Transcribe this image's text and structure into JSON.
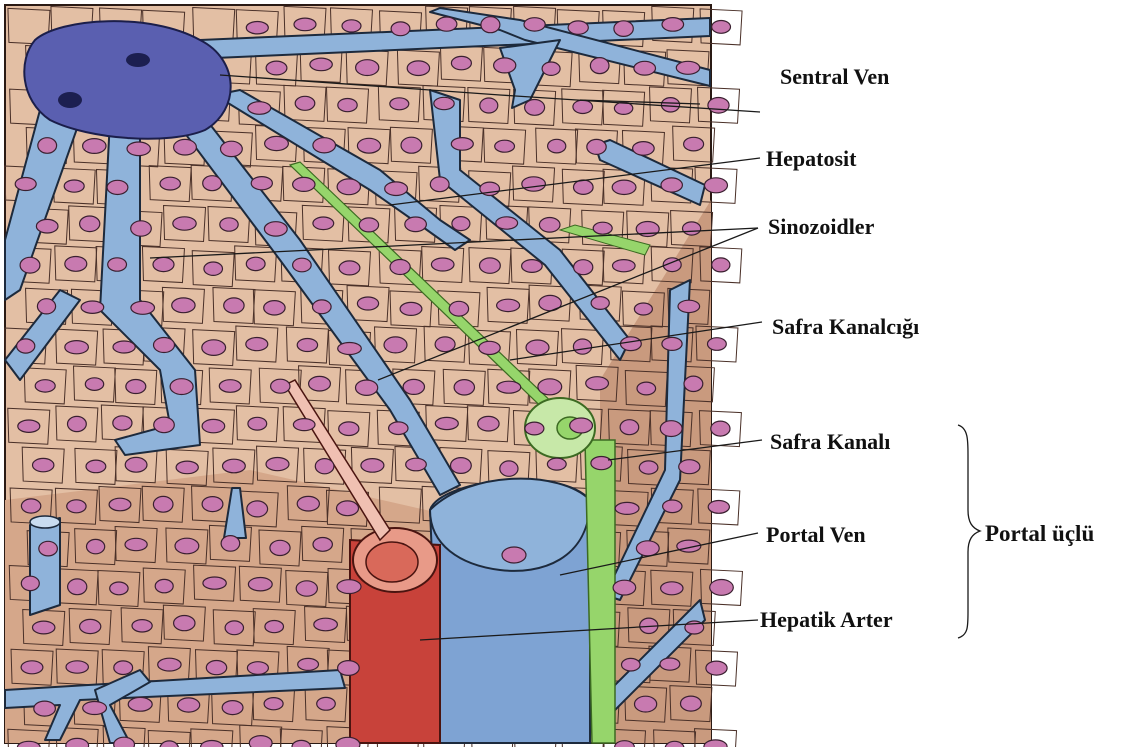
{
  "labels": {
    "central_vein": "Sentral Ven",
    "hepatocyte": "Hepatosit",
    "sinusoids": "Sinozoidler",
    "bile_canaliculus": "Safra Kanalcığı",
    "bile_duct": "Safra Kanalı",
    "portal_vein": "Portal Ven",
    "hepatic_artery": "Hepatik Arter",
    "portal_triad": "Portal üçlü"
  },
  "colors": {
    "hepatocyte_fill": "#e3bfa4",
    "hepatocyte_side": "#c99a7e",
    "vessel_blue": "#8fb3da",
    "central_vein": "#5a5fb0",
    "bile_green": "#96d56b",
    "artery_red": "#c8423a",
    "nucleus": "#c87ab0"
  }
}
